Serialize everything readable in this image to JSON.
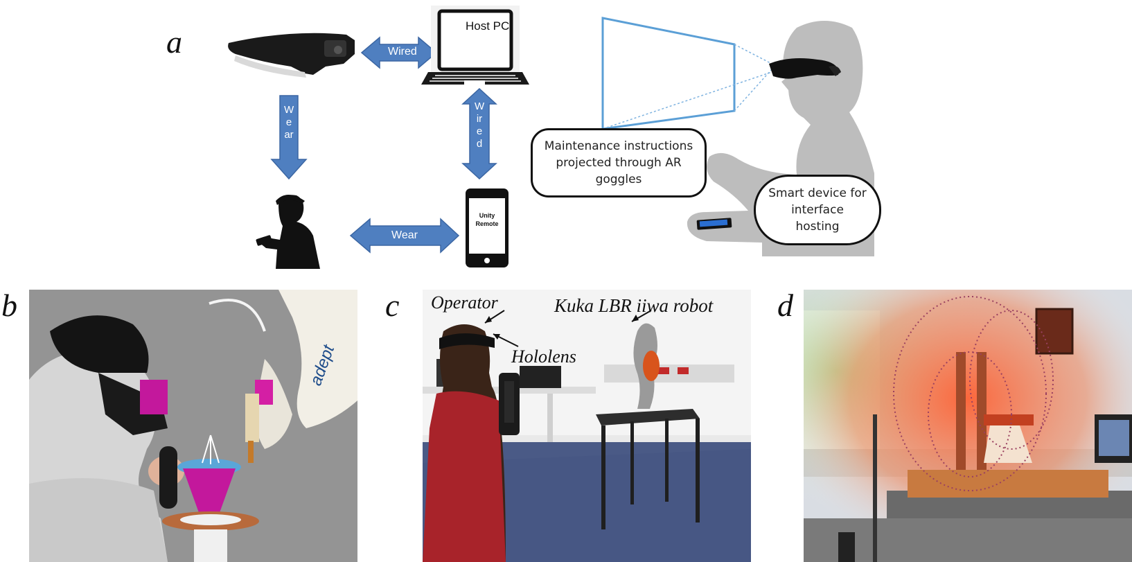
{
  "panels": {
    "a": {
      "letter": "a",
      "host_pc_label": "Host PC",
      "wired_horizontal_label": "Wired",
      "wired_vertical_label": "Wired",
      "wear_vertical_label": "Wear",
      "wear_horizontal_label": "Wear",
      "phone_label_line1": "Unity",
      "phone_label_line2": "Remote",
      "callout_projection": "Maintenance instructions projected through AR goggles",
      "callout_device": "Smart device for interface hosting"
    },
    "b": {
      "letter": "b"
    },
    "c": {
      "letter": "c",
      "operator_label": "Operator",
      "robot_label": "Kuka LBR iiwa robot",
      "hololens_label": "Hololens"
    },
    "d": {
      "letter": "d"
    }
  },
  "colors": {
    "arrow_blue": "#4f7fc0",
    "arrow_outline": "#3b66a3",
    "silhouette_gray": "#b9b9b9",
    "projection_blue": "#5b9fd6"
  }
}
